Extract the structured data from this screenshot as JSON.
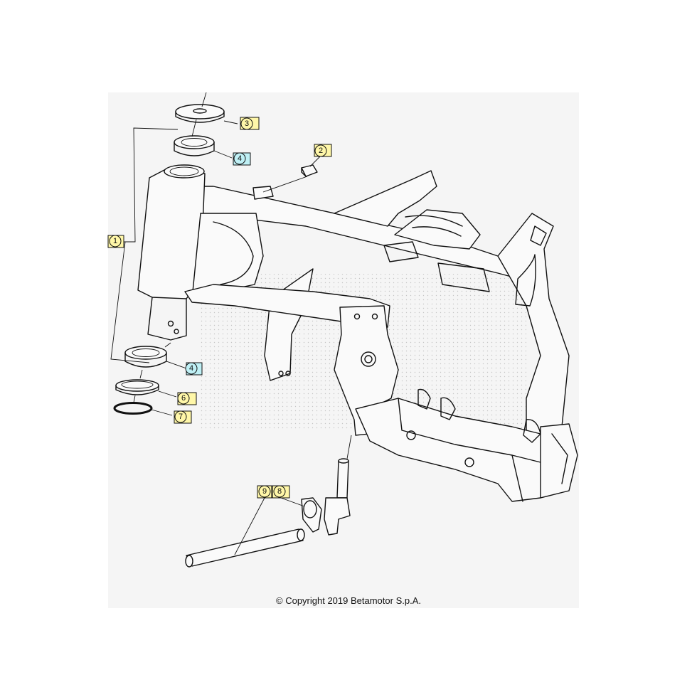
{
  "callouts": [
    {
      "id": "1",
      "label": "1",
      "color": "#fff7a8",
      "frame": "#e8d84a"
    },
    {
      "id": "2",
      "label": "2",
      "color": "#fff7a8",
      "frame": "#e8d84a"
    },
    {
      "id": "3",
      "label": "3",
      "color": "#fff7a8",
      "frame": "#e8d84a"
    },
    {
      "id": "4a",
      "label": "4",
      "color": "#bff0f5",
      "frame": "#5fd0dc"
    },
    {
      "id": "4b",
      "label": "4",
      "color": "#bff0f5",
      "frame": "#5fd0dc"
    },
    {
      "id": "6",
      "label": "6",
      "color": "#fff7a8",
      "frame": "#e8d84a"
    },
    {
      "id": "7",
      "label": "7",
      "color": "#fff7a8",
      "frame": "#e8d84a"
    },
    {
      "id": "8",
      "label": "8",
      "color": "#fff7a8",
      "frame": "#e8d84a"
    },
    {
      "id": "9",
      "label": "9",
      "color": "#fff7a8",
      "frame": "#e8d84a"
    }
  ],
  "copyright": "© Copyright 2019 Betamotor S.p.A."
}
